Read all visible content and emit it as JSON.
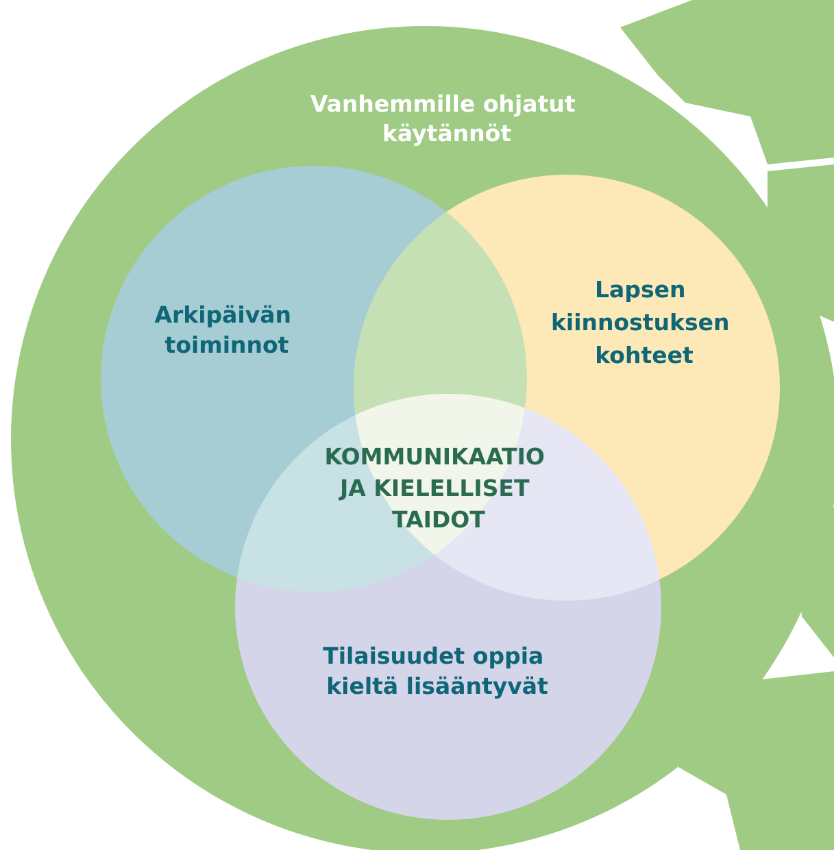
{
  "colors": {
    "outer_circle": "#a0cb84",
    "left_circle": "#a6cdd3",
    "right_circle": "#fde9b8",
    "bottom_circle": "#d5d5ea",
    "left_right_overlap": "#c5e0b4",
    "left_bottom_overlap": "#c7e1e5",
    "right_bottom_overlap": "#e6e6f4",
    "center_overlap": "#f2f6ea",
    "outer_label_text": "#ffffff",
    "circle_label_text": "#0e6676",
    "center_label_text": "#2a6b52"
  },
  "labels": {
    "outer": [
      "Vanhemmille ohjatut",
      "käytännöt"
    ],
    "left": [
      "Arkipäivän",
      "toiminnot"
    ],
    "right": [
      "Lapsen",
      "kiinnostuksen",
      "kohteet"
    ],
    "bottom": [
      "Tilaisuudet oppia",
      "kieltä lisääntyvät"
    ],
    "center": [
      "KOMMUNIKAATIO",
      "JA KIELELLISET",
      "TAIDOT"
    ]
  },
  "decoration": {
    "type": "green-pattern-shapes",
    "color": "#a0cb84"
  }
}
